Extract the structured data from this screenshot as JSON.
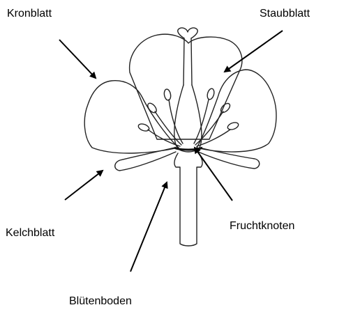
{
  "labels": {
    "kronblatt": "Kronblatt",
    "staubblatt": "Staubblatt",
    "kelchblatt": "Kelchblatt",
    "fruchtknoten": "Fruchtknoten",
    "bluetenboden": "Blütenboden"
  },
  "colors": {
    "outline": "#222222",
    "arrow": "#000000",
    "background": "#ffffff"
  }
}
